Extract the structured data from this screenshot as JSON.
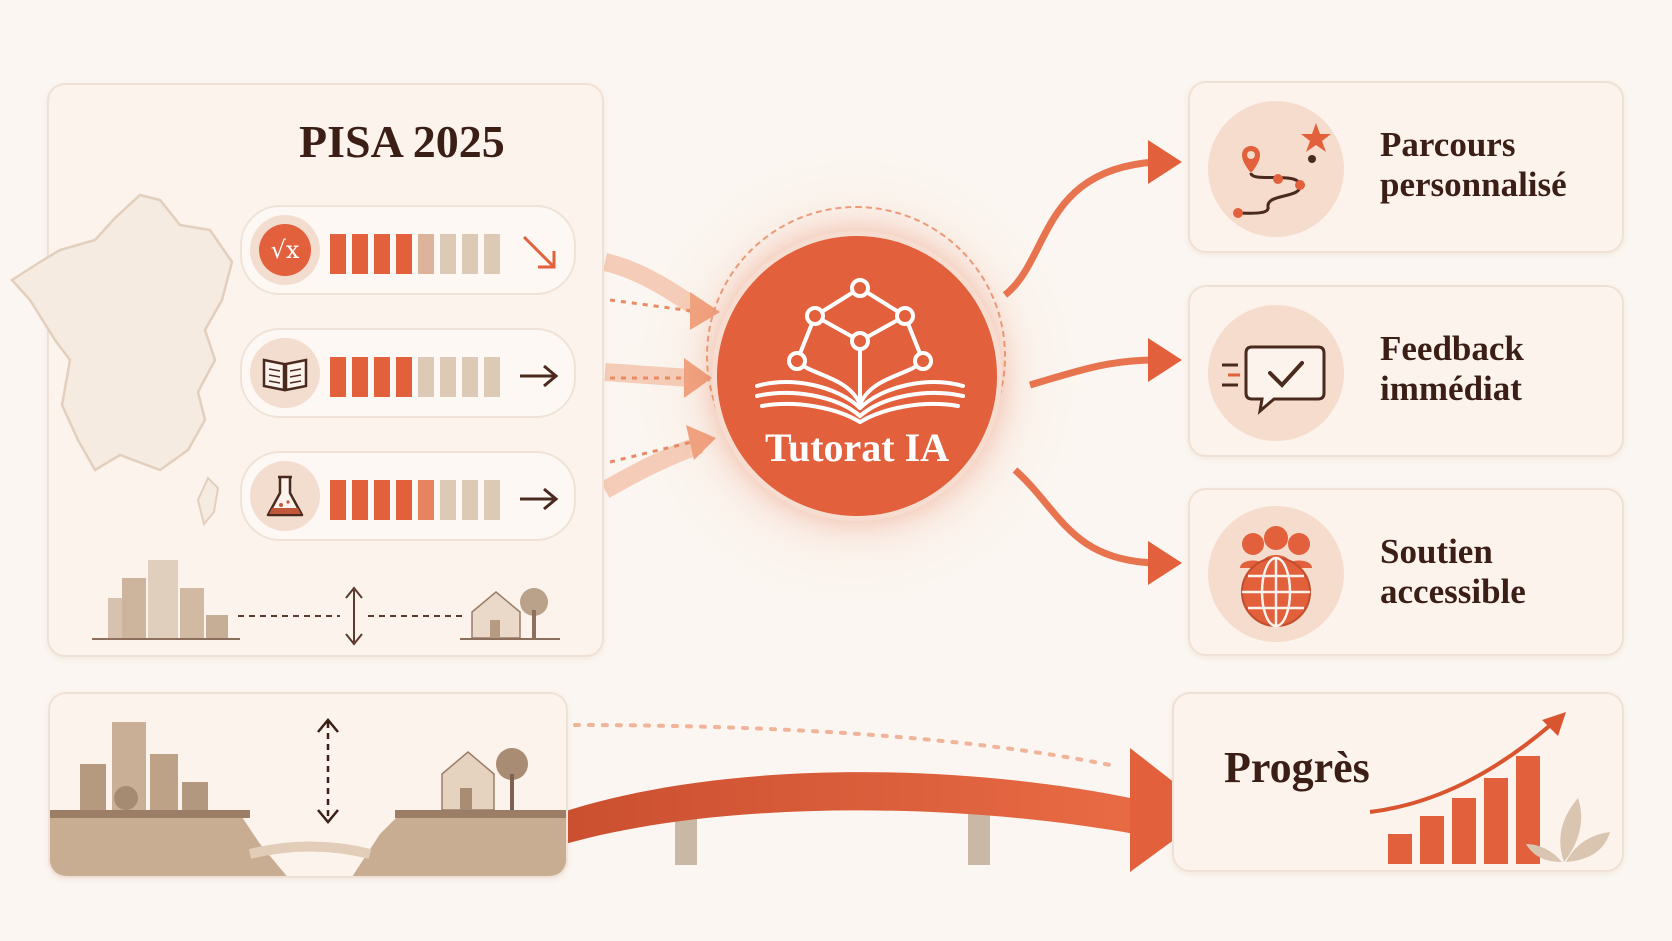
{
  "pisa": {
    "title": "PISA 2025",
    "domains": [
      {
        "name": "math-domain",
        "icon": "square-root-icon",
        "icon_text": "√x",
        "level": 0.57,
        "trend": "down"
      },
      {
        "name": "reading-domain",
        "icon": "open-book-icon",
        "icon_text": "",
        "level": 0.5,
        "trend": "flat"
      },
      {
        "name": "science-domain",
        "icon": "flask-icon",
        "icon_text": "",
        "level": 0.57,
        "trend": "flat"
      }
    ]
  },
  "hub": {
    "label": "Tutorat IA",
    "icon": "book-network-icon"
  },
  "benefits": [
    {
      "label": "Parcours personnalisé",
      "icon": "route-icon"
    },
    {
      "label": "Feedback immédiat",
      "icon": "chat-check-icon"
    },
    {
      "label": "Soutien accessible",
      "icon": "people-globe-icon"
    }
  ],
  "progress": {
    "label": "Progrès",
    "icon": "rising-bars-icon"
  },
  "colors": {
    "accent": "#e2603c",
    "accent_light": "#ecc5b0",
    "muted": "#d9c8b6",
    "text": "#3b1f17",
    "background": "#fbf6f1"
  }
}
